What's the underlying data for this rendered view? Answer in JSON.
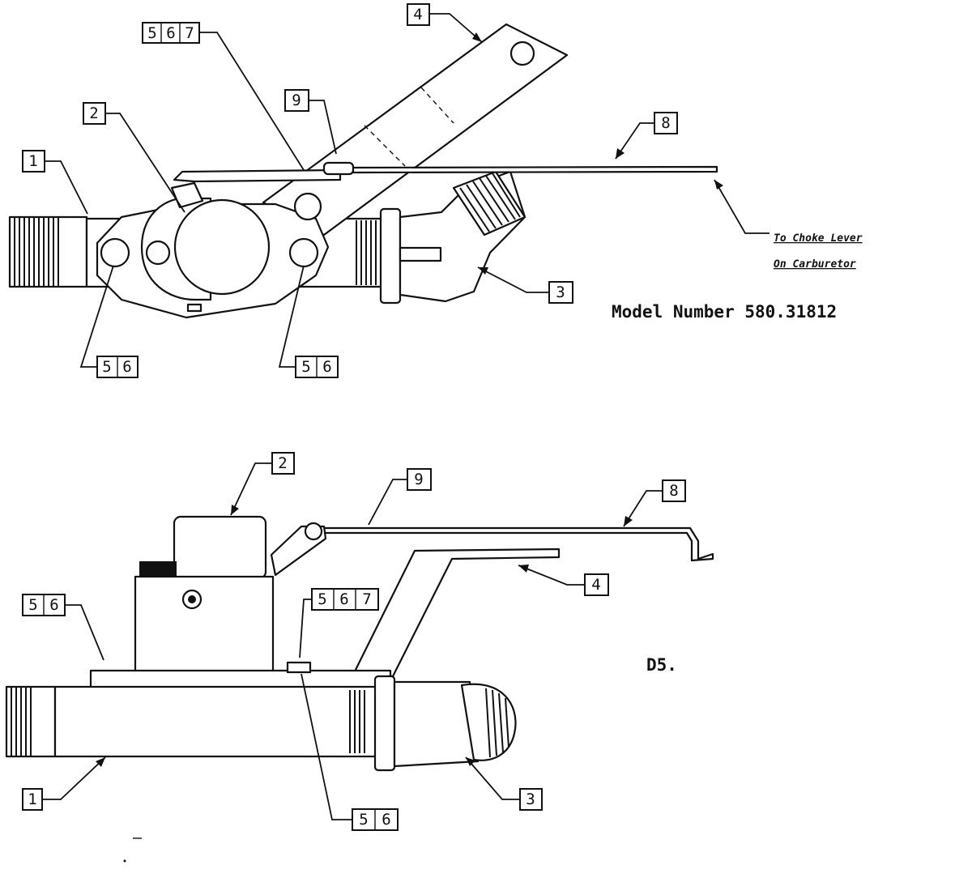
{
  "notes": {
    "choke_line1": "To Choke Lever",
    "choke_line2": "On Carburetor",
    "model": "Model Number 580.31812",
    "page_code": "D5."
  },
  "callouts": {
    "top": {
      "c567": [
        "5",
        "6",
        "7"
      ],
      "c4": [
        "4"
      ],
      "c2": [
        "2"
      ],
      "c9": [
        "9"
      ],
      "c8": [
        "8"
      ],
      "c1": [
        "1"
      ],
      "c3": [
        "3"
      ],
      "c56_left": [
        "5",
        "6"
      ],
      "c56_right": [
        "5",
        "6"
      ]
    },
    "bottom": {
      "c2": [
        "2"
      ],
      "c9": [
        "9"
      ],
      "c8": [
        "8"
      ],
      "c4": [
        "4"
      ],
      "c56_left": [
        "5",
        "6"
      ],
      "c567": [
        "5",
        "6",
        "7"
      ],
      "c1": [
        "1"
      ],
      "c3": [
        "3"
      ],
      "c56_bottom": [
        "5",
        "6"
      ]
    }
  }
}
